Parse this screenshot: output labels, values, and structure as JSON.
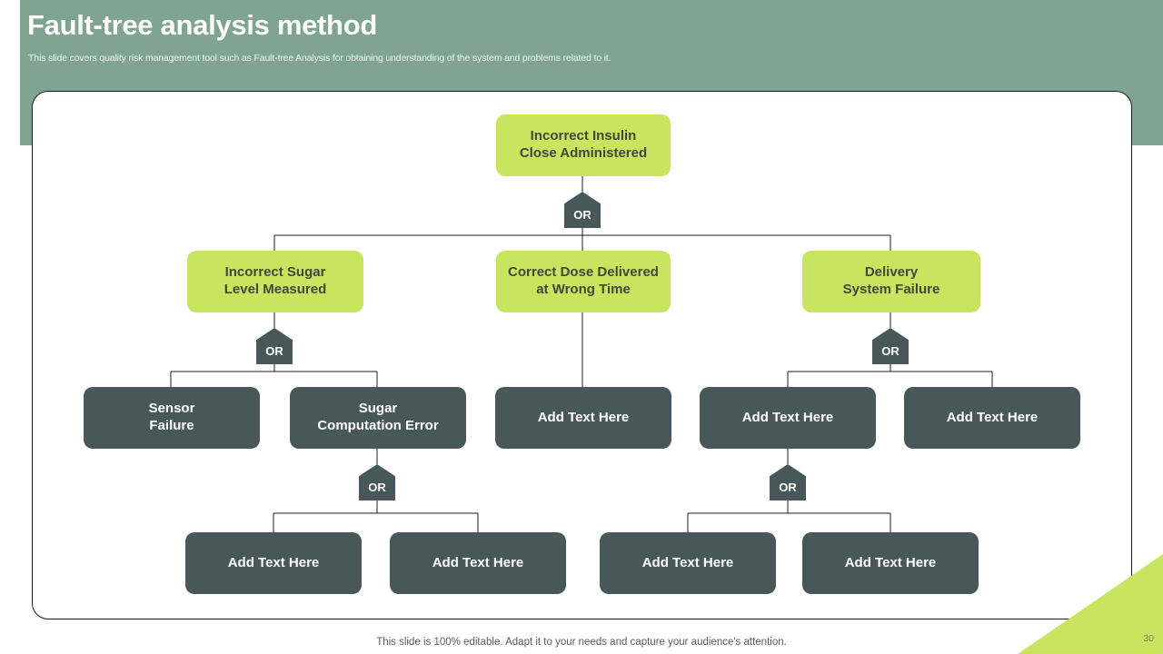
{
  "slide": {
    "title": "Fault-tree analysis method",
    "subtitle": "This slide covers quality risk management tool such as Fault-tree Analysis for obtaining understanding of the system and problems related to it.",
    "footer_note": "This slide is 100% editable. Adapt it to your needs and capture your audience's attention.",
    "page_number": "30"
  },
  "colors": {
    "header_bg": "#7fa491",
    "accent_green": "#c7e55e",
    "node_dark": "#48585a",
    "green_text": "#3d4a3a",
    "connector": "#1b1b1b"
  },
  "diagram": {
    "type": "fault-tree",
    "root": {
      "id": "root",
      "label": "Incorrect Insulin\nClose Administered",
      "style": "green"
    },
    "gates": [
      {
        "id": "gate-root",
        "label": "OR"
      },
      {
        "id": "gate-sugar",
        "label": "OR"
      },
      {
        "id": "gate-delivery",
        "label": "OR"
      },
      {
        "id": "gate-sugar-comp",
        "label": "OR"
      },
      {
        "id": "gate-delivery-2",
        "label": "OR"
      }
    ],
    "level2": [
      {
        "id": "n-sugar",
        "label": "Incorrect Sugar\nLevel Measured",
        "style": "green"
      },
      {
        "id": "n-dose",
        "label": "Correct Dose Delivered\nat Wrong Time",
        "style": "green"
      },
      {
        "id": "n-delivery",
        "label": "Delivery\nSystem Failure",
        "style": "green"
      }
    ],
    "level3": [
      {
        "id": "n-sensor",
        "label": "Sensor\nFailure",
        "style": "dark"
      },
      {
        "id": "n-sugarcomp",
        "label": "Sugar\nComputation Error",
        "style": "dark"
      },
      {
        "id": "n-dose-a",
        "label": "Add Text Here",
        "style": "dark"
      },
      {
        "id": "n-del-a",
        "label": "Add Text Here",
        "style": "dark"
      },
      {
        "id": "n-del-b",
        "label": "Add Text Here",
        "style": "dark"
      }
    ],
    "level4": [
      {
        "id": "n-sc-1",
        "label": "Add Text Here",
        "style": "dark"
      },
      {
        "id": "n-sc-2",
        "label": "Add Text Here",
        "style": "dark"
      },
      {
        "id": "n-da-1",
        "label": "Add Text Here",
        "style": "dark"
      },
      {
        "id": "n-da-2",
        "label": "Add Text Here",
        "style": "dark"
      }
    ]
  }
}
